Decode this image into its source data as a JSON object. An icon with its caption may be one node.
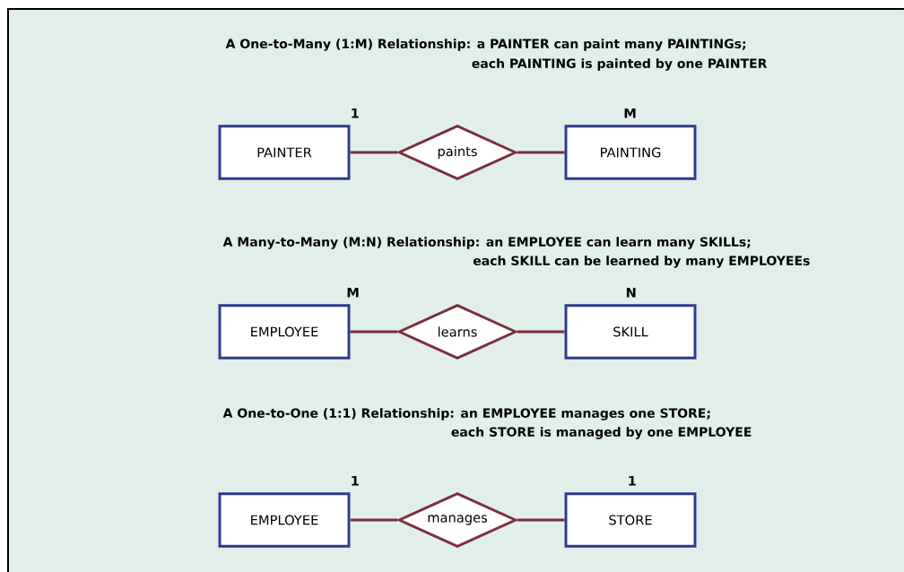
{
  "diagram": {
    "nodes": [
      {
        "text": [
          "PAINTER"
        ],
        "beside": [
          "1"
        ]
      },
      {
        "text": [
          "paints"
        ]
      },
      {
        "text": [
          "PAINTING"
        ],
        "beside": [
          "M"
        ]
      },
      {
        "text": [
          "EMPLOYEE"
        ],
        "beside": [
          "M"
        ]
      },
      {
        "text": [
          "learns"
        ]
      },
      {
        "text": [
          "SKILL"
        ],
        "beside": [
          "N"
        ]
      },
      {
        "text": [
          "EMPLOYEE"
        ],
        "beside": [
          "1"
        ]
      },
      {
        "text": [
          "manages"
        ]
      },
      {
        "text": [
          "STORE"
        ],
        "beside": [
          "1"
        ]
      }
    ],
    "edges": [
      {
        "from": 0,
        "to": 1,
        "arrow": "none"
      },
      {
        "from": 1,
        "to": 2,
        "arrow": "none"
      },
      {
        "from": 3,
        "to": 4,
        "arrow": "none"
      },
      {
        "from": 4,
        "to": 5,
        "arrow": "none"
      },
      {
        "from": 6,
        "to": 7,
        "arrow": "none"
      },
      {
        "from": 7,
        "to": 8,
        "arrow": "none"
      }
    ],
    "labels": [
      "A One-to-Many (1:M) Relationship: a PAINTER can paint many PAINTINGs;",
      "each PAINTING is painted by one PAINTER",
      "A Many-to-Many (M:N) Relationship: an EMPLOYEE can learn many SKILLs;",
      "each SKILL can be learned by many EMPLOYEEs",
      "A One-to-One (1:1) Relationship: an EMPLOYEE manages one STORE;",
      "each STORE is managed by one EMPLOYEE"
    ]
  }
}
